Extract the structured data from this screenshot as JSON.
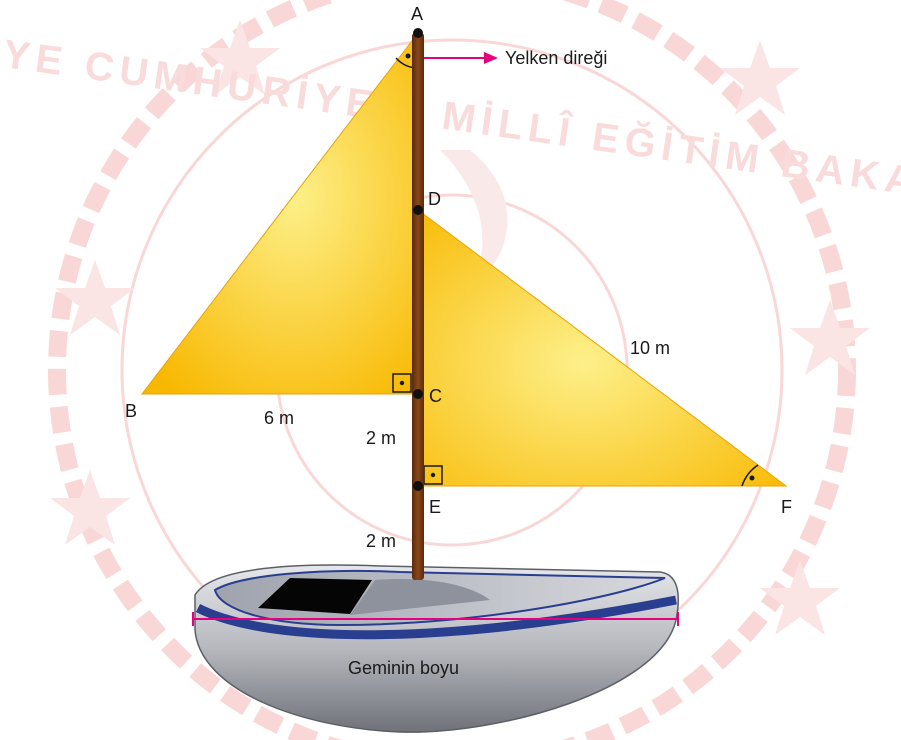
{
  "points": {
    "A": "A",
    "B": "B",
    "C": "C",
    "D": "D",
    "E": "E",
    "F": "F"
  },
  "labels": {
    "mast": "Yelken direği",
    "bc": "6 m",
    "df": "10 m",
    "ce": "2 m",
    "e_deck": "2 m",
    "ship_length": "Geminin boyu"
  },
  "watermark": {
    "text": "TÜRKİYE CUMHURİYETİ MİLLÎ EĞİTİM BAKANLIĞI",
    "color": "#f3b8b8"
  },
  "colors": {
    "sail_light": "#fbe86a",
    "sail_dark": "#f7b500",
    "mast": "#7a3b12",
    "pointer_arrow": "#e6007e",
    "hull": "#b9bcc2",
    "hull_trim": "#2a3e8f",
    "length_line": "#e6007e"
  }
}
